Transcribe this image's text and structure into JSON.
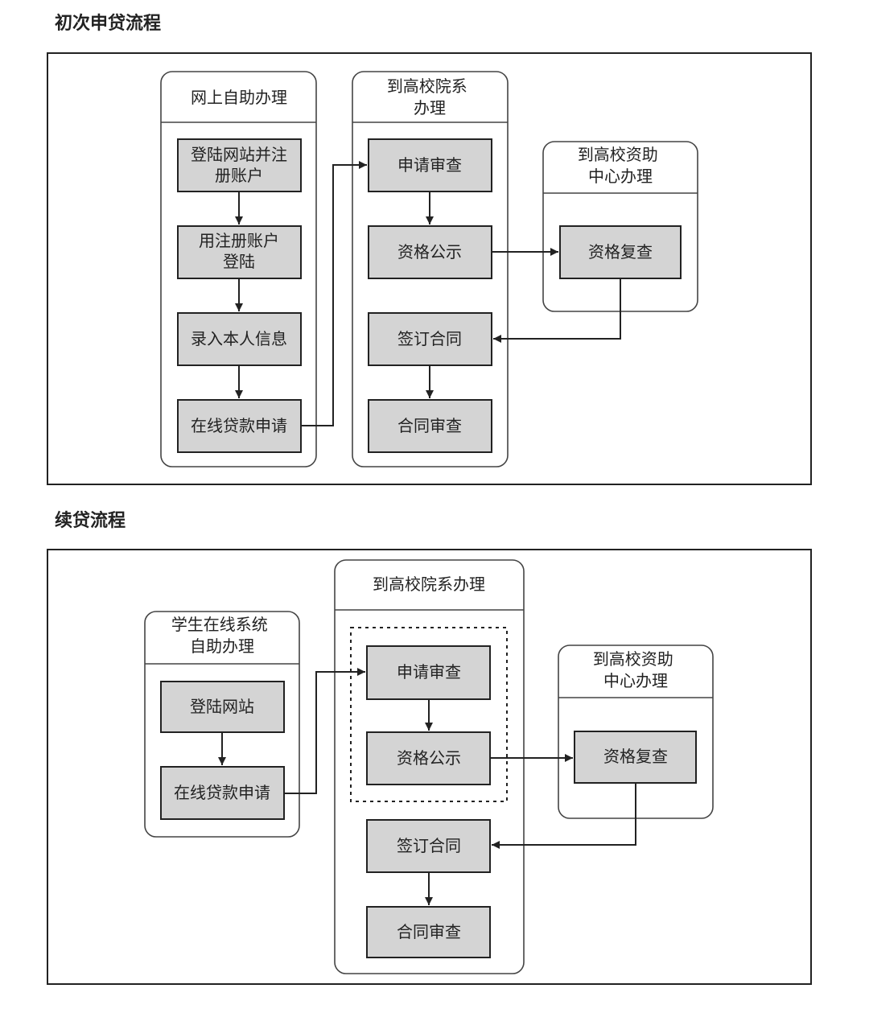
{
  "initial": {
    "title": "初次申贷流程",
    "lane_online": {
      "title": "网上自助办理"
    },
    "lane_school": {
      "title": [
        "到高校院系",
        "办理"
      ]
    },
    "lane_center": {
      "title": [
        "到高校资助",
        "中心办理"
      ]
    },
    "steps": {
      "register": [
        "登陆网站并注",
        "册账户"
      ],
      "login": [
        "用注册账户",
        "登陆"
      ],
      "info": [
        "录入本人信息"
      ],
      "apply": [
        "在线贷款申请"
      ],
      "review": [
        "申请审查"
      ],
      "publicity": [
        "资格公示"
      ],
      "recheck": [
        "资格复查"
      ],
      "sign": [
        "签订合同"
      ],
      "contract_review": [
        "合同审查"
      ]
    }
  },
  "renewal": {
    "title": "续贷流程",
    "lane_online": {
      "title": [
        "学生在线系统",
        "自助办理"
      ]
    },
    "lane_school": {
      "title": [
        "到高校院系办理"
      ]
    },
    "lane_center": {
      "title": [
        "到高校资助",
        "中心办理"
      ]
    },
    "steps": {
      "login": [
        "登陆网站"
      ],
      "apply": [
        "在线贷款申请"
      ],
      "review": [
        "申请审查"
      ],
      "publicity": [
        "资格公示"
      ],
      "recheck": [
        "资格复查"
      ],
      "sign": [
        "签订合同"
      ],
      "contract_review": [
        "合同审查"
      ]
    }
  }
}
